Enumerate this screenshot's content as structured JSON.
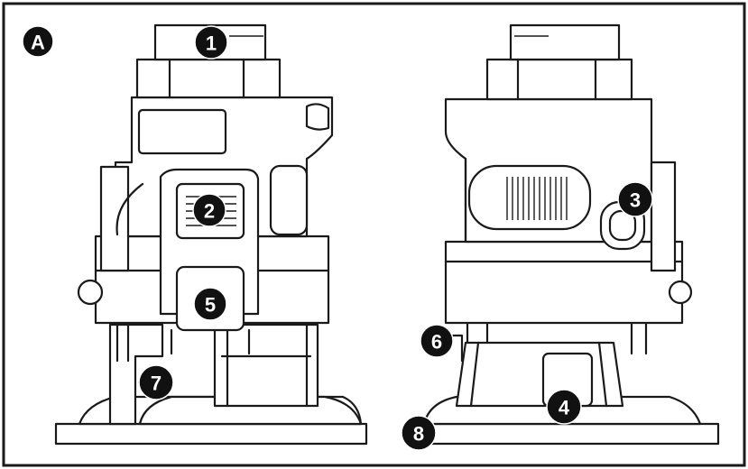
{
  "panel_label": "A",
  "callouts": [
    "1",
    "2",
    "3",
    "4",
    "5",
    "6",
    "7",
    "8"
  ]
}
